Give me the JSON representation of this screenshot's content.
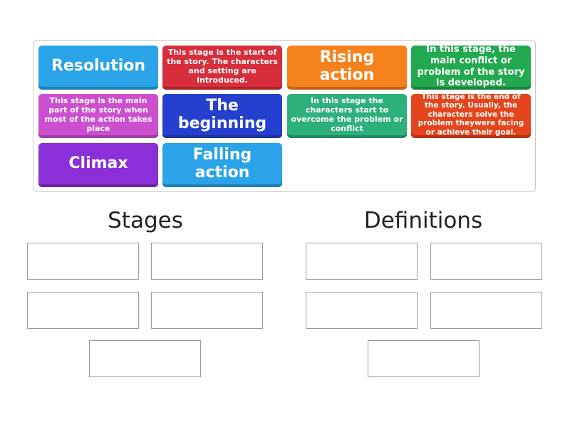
{
  "tiles": [
    {
      "text": "Resolution",
      "color": "#2aa3e8"
    },
    {
      "text": "This stage is the start of the story. The characters and setting are introduced.",
      "color": "#d82d3b"
    },
    {
      "text": "Rising action",
      "color": "#f6821e"
    },
    {
      "text": "In this stage, the main conflict or problem of the story is developed.",
      "color": "#22a94f"
    },
    {
      "text": "This stage is the main part of the story when most of the action takes place",
      "color": "#cc4fcf"
    },
    {
      "text": "The beginning",
      "color": "#2540cf"
    },
    {
      "text": "In this stage the characters start to overcome the problem or conflict",
      "color": "#2eb07a"
    },
    {
      "text": "This stage is the end of the story. Usually, the characters solve the problem theywere facing or achieve their goal.",
      "color": "#e5451c"
    },
    {
      "text": "Climax",
      "color": "#8b2fd9"
    },
    {
      "text": "Falling action",
      "color": "#2aa3e8"
    }
  ],
  "groups": {
    "stages": {
      "title": "Stages"
    },
    "definitions": {
      "title": "Definitions"
    }
  }
}
